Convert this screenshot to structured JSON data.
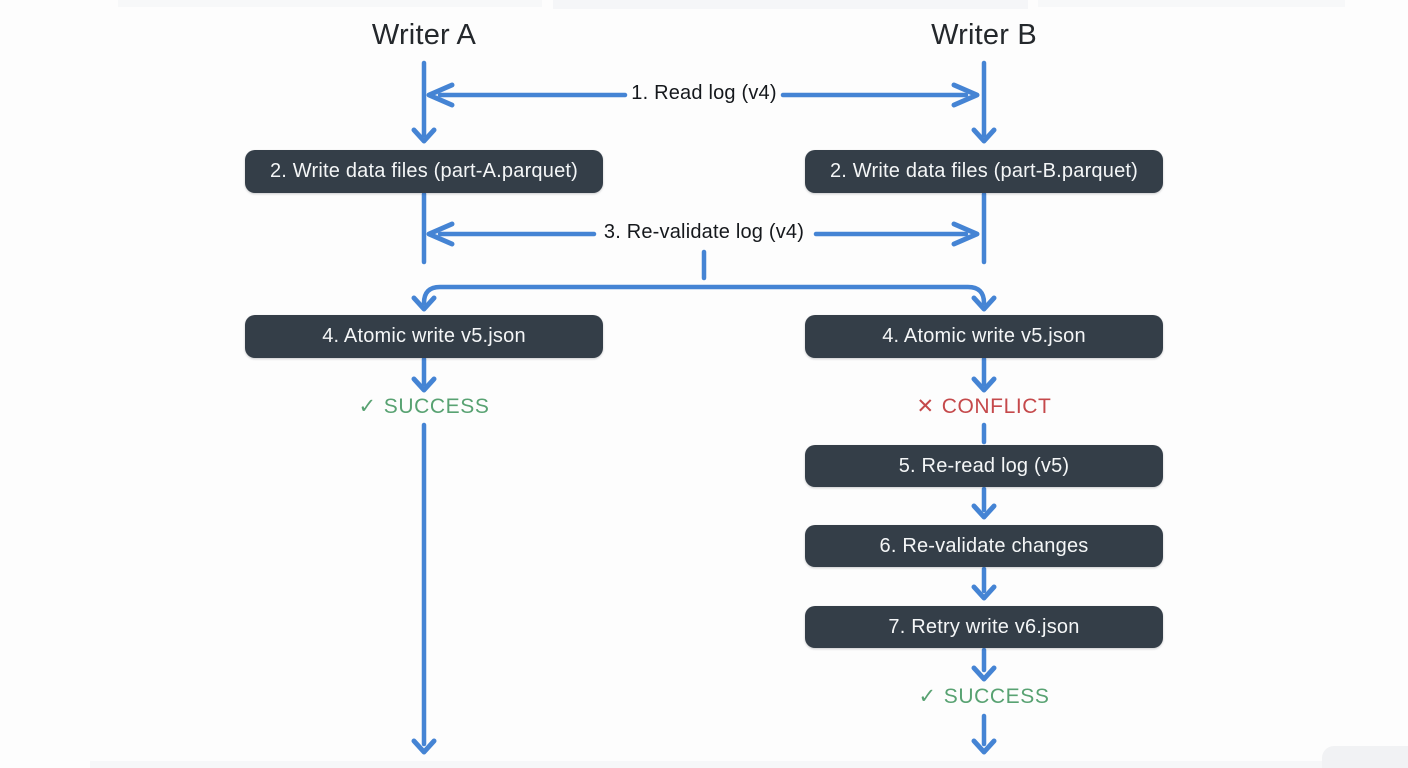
{
  "canvas": {
    "background": "#fdfdfd"
  },
  "writer_a": {
    "title": "Writer A",
    "box_write_data": "2. Write data files (part-A.parquet)",
    "box_atomic_write": "4. Atomic write v5.json",
    "status": {
      "icon": "✓",
      "label": "SUCCESS"
    }
  },
  "writer_b": {
    "title": "Writer B",
    "box_write_data": "2. Write data files (part-B.parquet)",
    "box_atomic_write": "4. Atomic write v5.json",
    "status_conflict": {
      "icon": "✕",
      "label": "CONFLICT"
    },
    "box_reread_log": "5. Re-read log (v5)",
    "box_revalidate_changes": "6. Re-validate changes",
    "box_retry_write": "7. Retry write v6.json",
    "status_success": {
      "icon": "✓",
      "label": "SUCCESS"
    }
  },
  "shared_steps": {
    "read_log": "1. Read log (v4)",
    "revalidate_log": "3. Re-validate log (v4)"
  },
  "colors": {
    "arrow_blue": "#4584d4",
    "box_background": "#343e48",
    "box_text": "#f4f6f7",
    "success_green": "#58a272",
    "conflict_red": "#c5494b",
    "title_text": "#24282c"
  }
}
